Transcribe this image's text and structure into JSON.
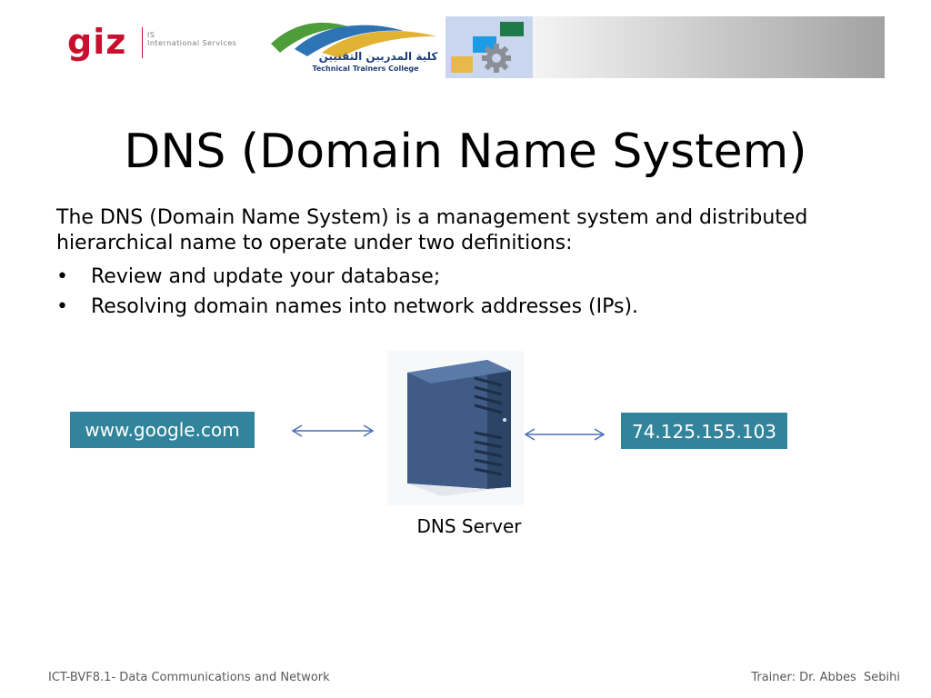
{
  "header": {
    "giz_logo": {
      "word": "giz",
      "line1": "IS",
      "line2": "International Services"
    },
    "ttc_logo": {
      "arabic_name": "كلية المدربين التقنيين",
      "english_name": "Technical Trainers College"
    },
    "gear_logo_icon": "gear-blocks-icon"
  },
  "slide": {
    "title": "DNS (Domain Name System)",
    "intro": "The DNS (Domain Name System) is a management system and distributed hierarchical name to operate under two definitions:",
    "bullets": [
      "Review and update your database;",
      "Resolving domain names into network addresses (IPs)."
    ],
    "bullet_symbol": "•"
  },
  "diagram": {
    "domain_name": "www.google.com",
    "ip_address": "74.125.155.103",
    "server_label": "DNS Server",
    "box_color": "#31849b",
    "arrow_color": "#4a6fb5"
  },
  "footer": {
    "left": "ICT-BVF8.1- Data Communications and Network",
    "right": "Trainer: Dr. Abbes  Sebihi"
  }
}
